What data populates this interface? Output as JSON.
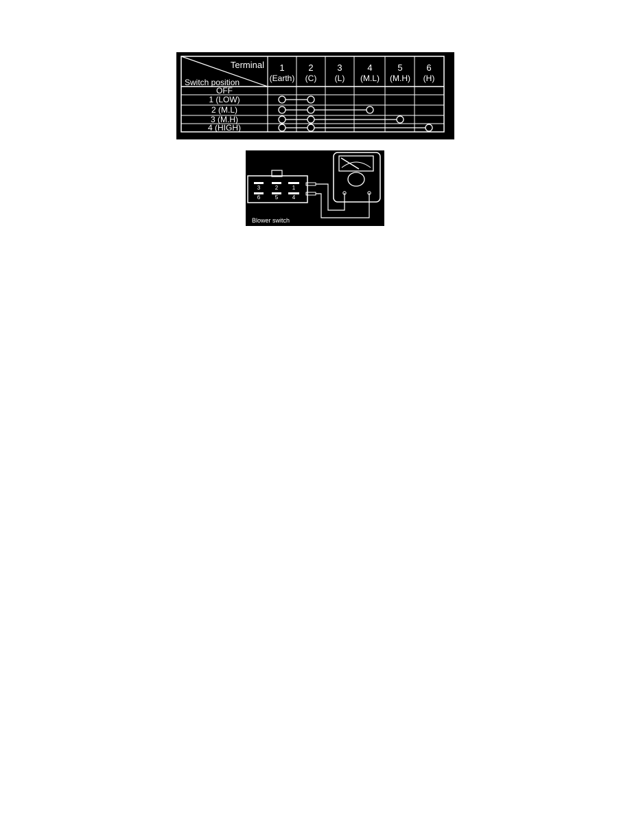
{
  "continuity_table": {
    "header_terminal": "Terminal",
    "header_switch_position": "Switch position",
    "terminals": [
      {
        "number": "1",
        "name": "(Earth)"
      },
      {
        "number": "2",
        "name": "(C)"
      },
      {
        "number": "3",
        "name": "(L)"
      },
      {
        "number": "4",
        "name": "(M.L)"
      },
      {
        "number": "5",
        "name": "(M.H)"
      },
      {
        "number": "6",
        "name": "(H)"
      }
    ],
    "positions": [
      {
        "label": "OFF",
        "connected": []
      },
      {
        "label": "1 (LOW)",
        "connected": [
          1,
          2
        ]
      },
      {
        "label": "2 (M.L)",
        "connected": [
          1,
          2,
          4
        ]
      },
      {
        "label": "3 (M.H)",
        "connected": [
          1,
          2,
          5
        ]
      },
      {
        "label": "4 (HIGH)",
        "connected": [
          1,
          2,
          6
        ]
      }
    ]
  },
  "meter_figure": {
    "caption": "Blower switch",
    "pins_top": [
      "3",
      "2",
      "1"
    ],
    "pins_bottom": [
      "6",
      "5",
      "4"
    ]
  },
  "colors": {
    "background": "#000000",
    "ink": "#ffffff"
  }
}
